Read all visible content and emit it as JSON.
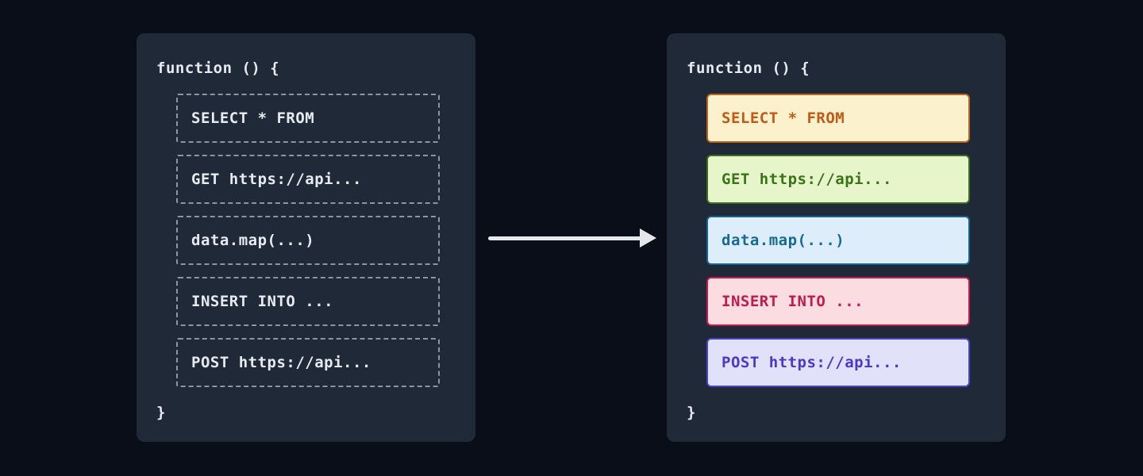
{
  "page": {
    "background": "#0a0e18"
  },
  "theme": {
    "panel_bg": "#1f2937",
    "panel_text": "#e7ebf0",
    "dashed_border": "#8b96a4"
  },
  "arrow": {
    "color": "#e5e7eb"
  },
  "left_panel": {
    "title": "function () {",
    "closing_brace": "}",
    "items": [
      {
        "label": "SELECT * FROM"
      },
      {
        "label": "GET https://api..."
      },
      {
        "label": "data.map(...)"
      },
      {
        "label": "INSERT INTO ..."
      },
      {
        "label": "POST https://api..."
      }
    ]
  },
  "right_panel": {
    "title": "function () {",
    "closing_brace": "}",
    "items": [
      {
        "label": "SELECT * FROM",
        "bg": "#fcf1cd",
        "border": "#b7641f",
        "text": "#c05a15"
      },
      {
        "label": "GET https://api...",
        "bg": "#e7f6ca",
        "border": "#3c6e1b",
        "text": "#3a7318"
      },
      {
        "label": "data.map(...)",
        "bg": "#ddeefa",
        "border": "#15638e",
        "text": "#176a94"
      },
      {
        "label": "INSERT INTO ...",
        "bg": "#fbdce1",
        "border": "#c11a4b",
        "text": "#c11a4b"
      },
      {
        "label": "POST https://api...",
        "bg": "#e1e1fa",
        "border": "#4b42c6",
        "text": "#4938c9"
      }
    ]
  }
}
